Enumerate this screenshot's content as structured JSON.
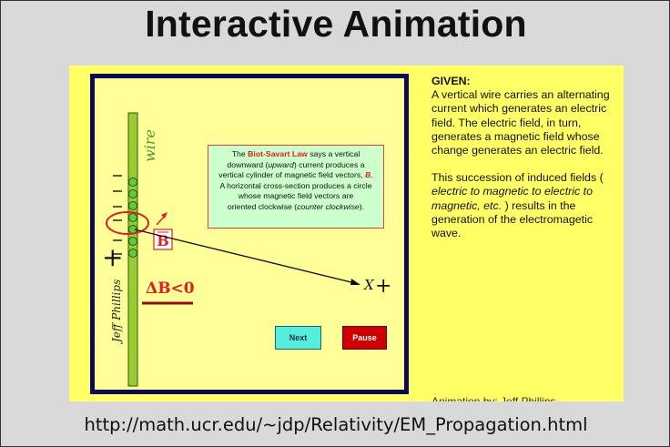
{
  "slide": {
    "title": "Interactive Animation",
    "url": "http://math.ucr.edu/~jdp/Relativity/EM_Propagation.html"
  },
  "applet": {
    "given_heading": "GIVEN:",
    "given_text": "A vertical wire carries an alternating current which generates an electric field. The electric field, in turn, generates a magnetic field whose change generates an electric field.",
    "succession_text_before": "This succession of induced fields ( ",
    "succession_text_italic": "electric to magnetic to electric to magnetic, etc.",
    "succession_text_after": " ) results in the generation of the electromagetic wave.",
    "cut_off_text": "Animation by: Jeff Phillips",
    "info_box": {
      "law_name": "Biot-Savart Law",
      "line1_before": "The ",
      "line1_after": " says a vertical",
      "line2_before": "downward  (",
      "line2_italic": "upward",
      "line2_after": ") current produces a",
      "line3_before": "vertical cylinder of magnetic field vectors, ",
      "line3_symbol": "B",
      "line3_after": ".",
      "line4": "A horizontal cross-section produces a circle",
      "line5": "whose magnetic field vectors are",
      "line6_before": "oriented clockwise (",
      "line6_italic": "counter clockwise",
      "line6_after": ")."
    },
    "wire_label": "wire",
    "b_vector_label": "B",
    "delta_b_label": "ΔB<0",
    "x_axis_label": "X",
    "plus_sign": "+",
    "signature": "Jeff Phillips",
    "buttons": {
      "next": "Next",
      "pause": "Pause"
    },
    "colors": {
      "frame": "#ffff66",
      "panel": "#ffff99",
      "panel_border": "#0a0a55",
      "wire": "#99cc33",
      "red": "#e02020",
      "next_btn": "#55eedd",
      "pause_btn": "#cc0000"
    }
  }
}
